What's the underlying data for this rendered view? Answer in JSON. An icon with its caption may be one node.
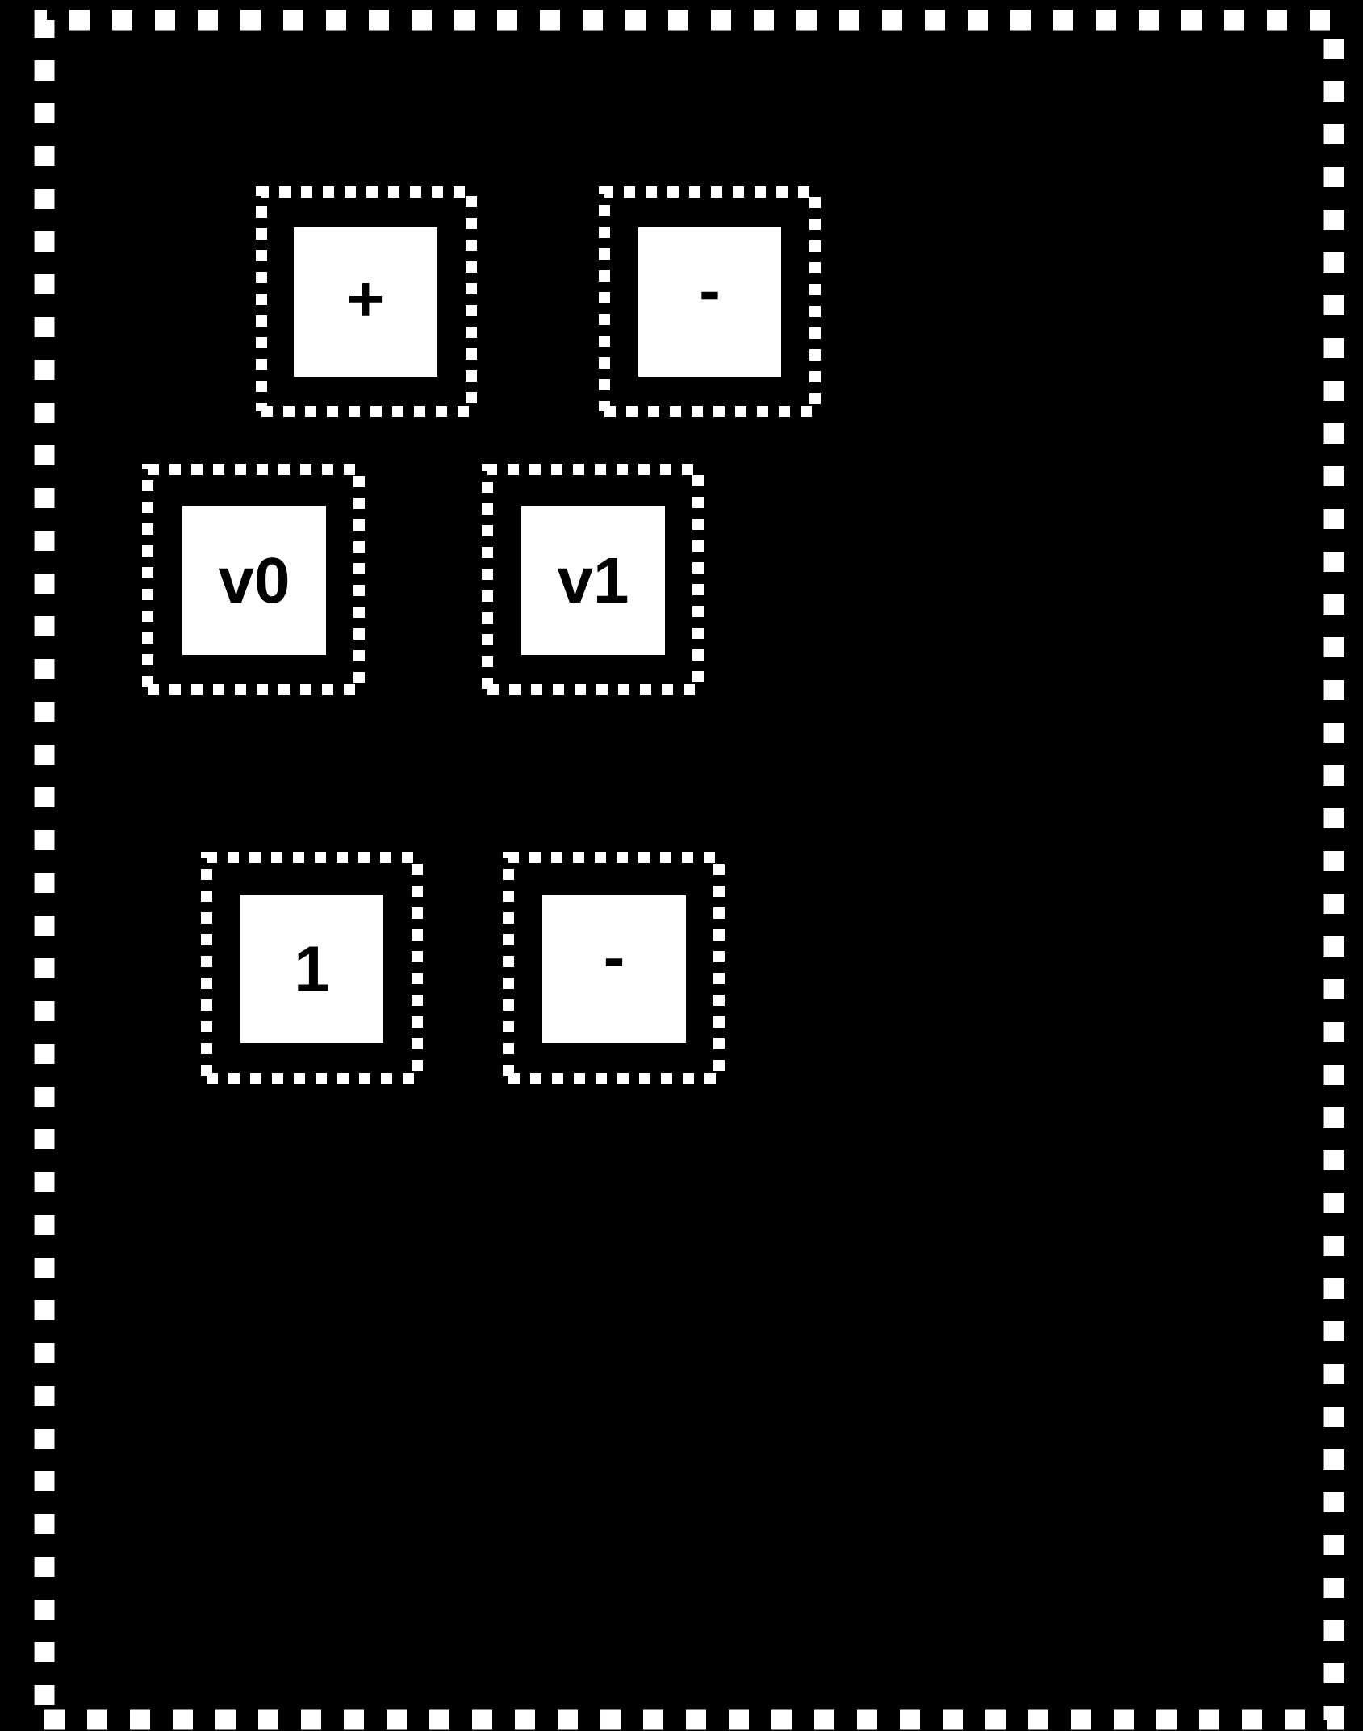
{
  "diagram": {
    "nodes": [
      {
        "text": [],
        "shape": "box"
      },
      {
        "text": [],
        "shape": "box",
        "in": 0
      },
      {
        "text": [
          "+"
        ],
        "in": 1
      },
      {
        "text": [],
        "shape": "box",
        "in": 0
      },
      {
        "text": [
          "-"
        ],
        "in": 3
      },
      {
        "text": [],
        "shape": "box",
        "in": 0
      },
      {
        "text": [
          "v0"
        ],
        "in": 5
      },
      {
        "text": [],
        "shape": "box",
        "in": 0
      },
      {
        "text": [
          "v1"
        ],
        "in": 7
      },
      {
        "text": [],
        "shape": "box",
        "in": 0
      },
      {
        "text": [
          "1"
        ],
        "in": 9
      },
      {
        "text": [],
        "shape": "box",
        "in": 0
      },
      {
        "text": [
          "-"
        ],
        "in": 11
      }
    ]
  }
}
